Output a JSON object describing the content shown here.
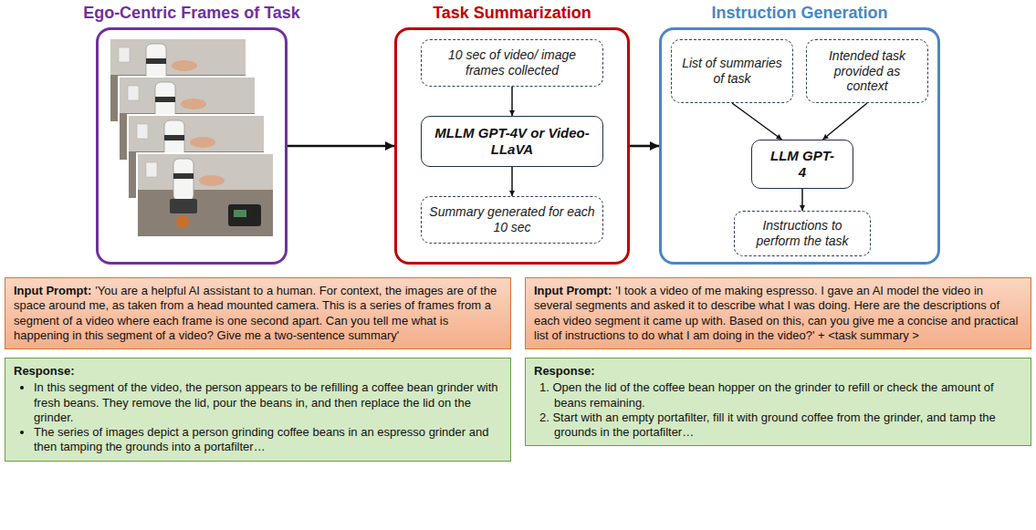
{
  "diagram": {
    "nodes": [
      {
        "text": [
          "Ego-Centric Frames of Task"
        ]
      },
      {
        "text": [
          "Task Summarization"
        ]
      },
      {
        "text": [
          "10 sec of video/ image frames collected"
        ],
        "in": 1
      },
      {
        "text": [
          "MLLM GPT-4V or Video-LLaVA"
        ],
        "in": 1
      },
      {
        "text": [
          "Summary generated for each 10 sec"
        ],
        "in": 1
      },
      {
        "text": [
          "Instruction Generation"
        ]
      },
      {
        "text": [
          "List of summaries of task"
        ],
        "in": 5
      },
      {
        "text": [
          "Intended task provided as context"
        ],
        "in": 5
      },
      {
        "text": [
          "LLM GPT-4"
        ],
        "in": 5
      },
      {
        "text": [
          "Instructions to perform the task"
        ],
        "in": 5
      },
      {
        "text": [
          "Input Prompt:",
          "'You are a helpful AI assistant to a human. For context, the images are of the space around me, as taken from a head mounted camera. This is a series of frames from a segment of a video where each frame is one second apart. Can you tell me what is happening in this segment of a video? Give me a two-sentence summary'"
        ]
      },
      {
        "text": [
          "Response:",
          "In this segment of the video, the person appears to be refilling a coffee bean grinder with fresh beans. They remove the lid, pour the beans in, and then replace the lid on the grinder.",
          "The series of images depict a person grinding coffee beans in an espresso grinder and then tamping the grounds into a portafilter…"
        ]
      },
      {
        "text": [
          "Input Prompt:",
          "'I took a video of me making espresso. I gave an AI model the video in several segments and asked it to describe what I was doing. Here are the descriptions of each video segment it came up with. Based on this, can you give me a concise and practical list of instructions to do what I am doing in the video?' + <task summary >"
        ]
      },
      {
        "text": [
          "Response:",
          "1. Open the lid of the coffee bean hopper on the grinder to refill or check the amount of beans remaining.",
          "2. Start with an empty portafilter, fill it with ground coffee from the grinder, and tamp the grounds in the portafilter…"
        ]
      }
    ],
    "edges": [
      {
        "from": 0,
        "to": 1,
        "arrow": "to"
      },
      {
        "from": 1,
        "to": 5,
        "arrow": "to"
      },
      {
        "from": 2,
        "to": 3,
        "arrow": "to"
      },
      {
        "from": 3,
        "to": 4,
        "arrow": "to"
      },
      {
        "from": 6,
        "to": 8,
        "arrow": "to"
      },
      {
        "from": 7,
        "to": 8,
        "arrow": "to"
      },
      {
        "from": 8,
        "to": 9,
        "arrow": "to"
      }
    ]
  }
}
